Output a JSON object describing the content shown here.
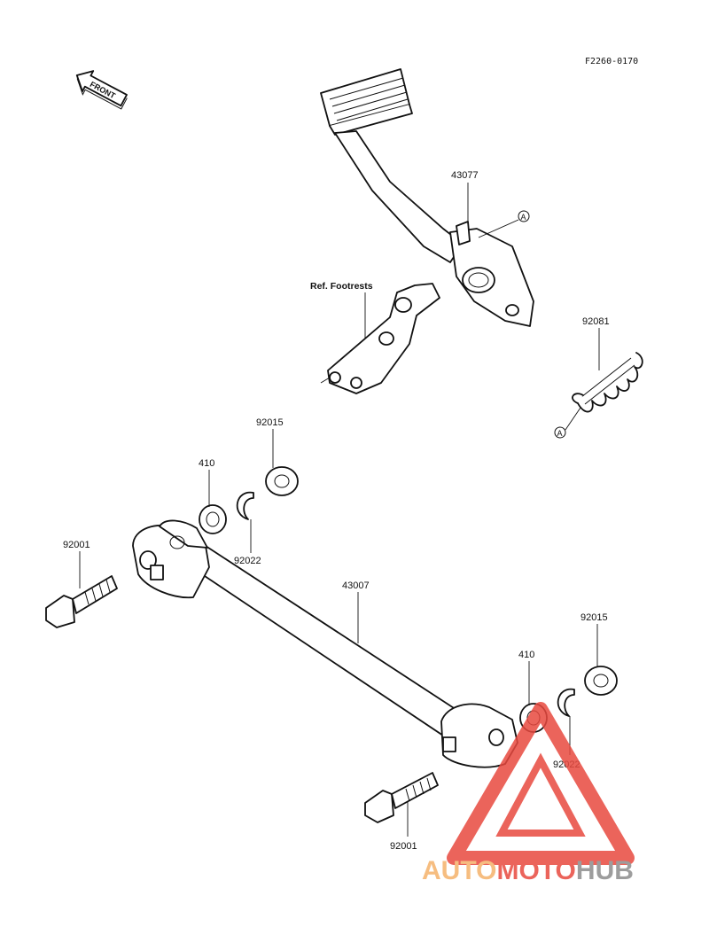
{
  "diagram": {
    "code": "F2260-0170",
    "front_label": "FRONT",
    "ref_footrests": "Ref. Footrests",
    "callout_marker": "A",
    "labels": {
      "p43077": "43077",
      "p92081": "92081",
      "p92015_top": "92015",
      "p410_top": "410",
      "p92022_top": "92022",
      "p92001_left": "92001",
      "p43007": "43007",
      "p92015_right": "92015",
      "p410_right": "410",
      "p92022_right": "92022",
      "p92001_bottom": "92001"
    }
  },
  "watermark": {
    "part1": "AUTO",
    "part2": "MOTO",
    "part3": "HUB",
    "colors": {
      "orange": "#f5b26b",
      "red": "#e8493f",
      "gray": "#8c8c8c"
    }
  }
}
